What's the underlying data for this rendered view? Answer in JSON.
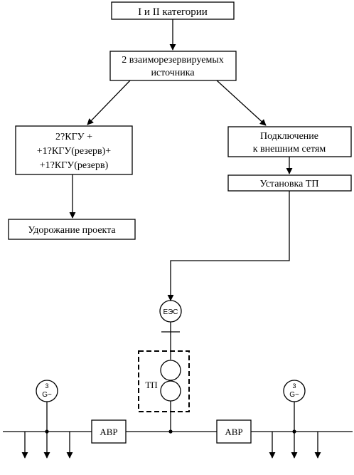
{
  "boxes": {
    "categories": "I и II категории",
    "sources_line1": "2 взаиморезервируемых",
    "sources_line2": "источника",
    "kgu_line1": "2?КГУ +",
    "kgu_line2": "+1?КГУ(резерв)+",
    "kgu_line3": "+1?КГУ(резерв)",
    "cost": "Удорожание проекта",
    "connect_line1": "Подключение",
    "connect_line2": "к внешним сетям",
    "tp_install": "Установка ТП"
  },
  "schematic": {
    "ees_label": "ЕЭС",
    "tp_label": "ТП",
    "gen_left_number": "3",
    "gen_left_symbol": "G~",
    "gen_right_number": "3",
    "gen_right_symbol": "G~",
    "avr_left": "АВР",
    "avr_right": "АВР"
  }
}
